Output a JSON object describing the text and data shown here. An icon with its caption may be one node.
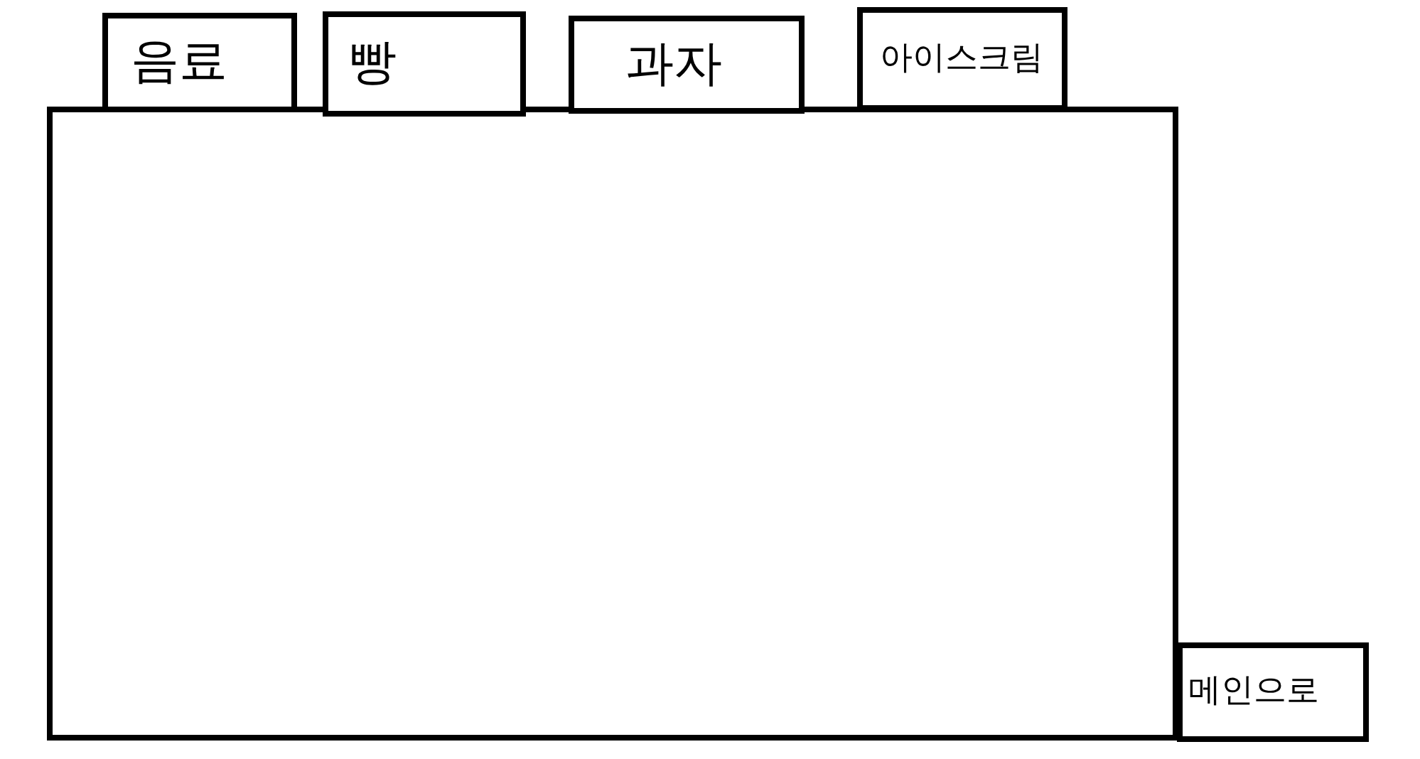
{
  "diagram": {
    "nodes": [
      {
        "text": [
          "음료"
        ]
      },
      {
        "text": [
          "빵"
        ]
      },
      {
        "text": [
          "과자"
        ]
      },
      {
        "text": [
          "아이스크림"
        ]
      },
      {
        "text": [],
        "shape": "box"
      },
      {
        "text": [
          "메인으로"
        ]
      }
    ]
  }
}
